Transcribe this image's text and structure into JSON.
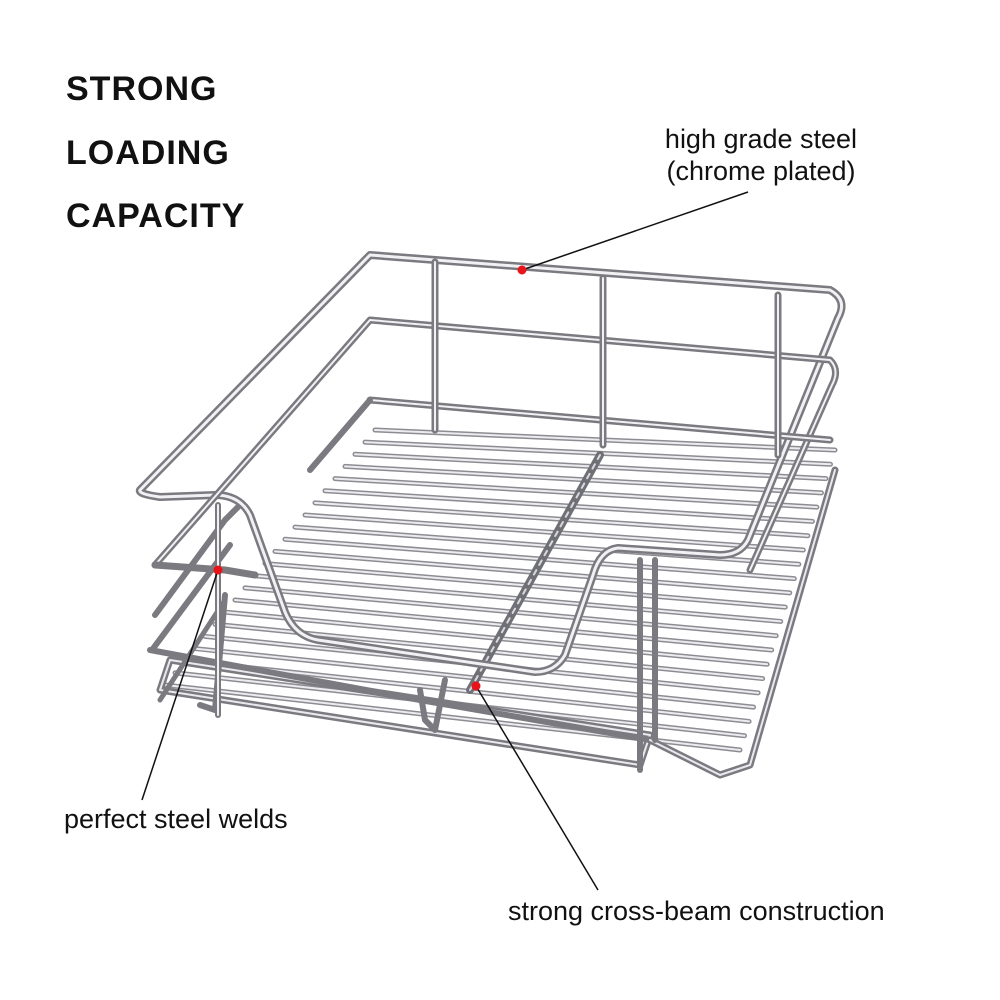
{
  "headline": {
    "lines": [
      "STRONG",
      "LOADING",
      "CAPACITY"
    ]
  },
  "callouts": {
    "steel": {
      "line1": "high grade steel",
      "line2": "(chrome plated)"
    },
    "welds": {
      "text": "perfect steel welds"
    },
    "crossbeam": {
      "text": "strong cross-beam construction"
    }
  },
  "colors": {
    "marker": "#e8141a",
    "wire_dark": "#7a7a80",
    "wire_light": "#e9e9ee",
    "leader": "#111111"
  },
  "product": {
    "icon": "chrome-wire-basket-drawer"
  }
}
